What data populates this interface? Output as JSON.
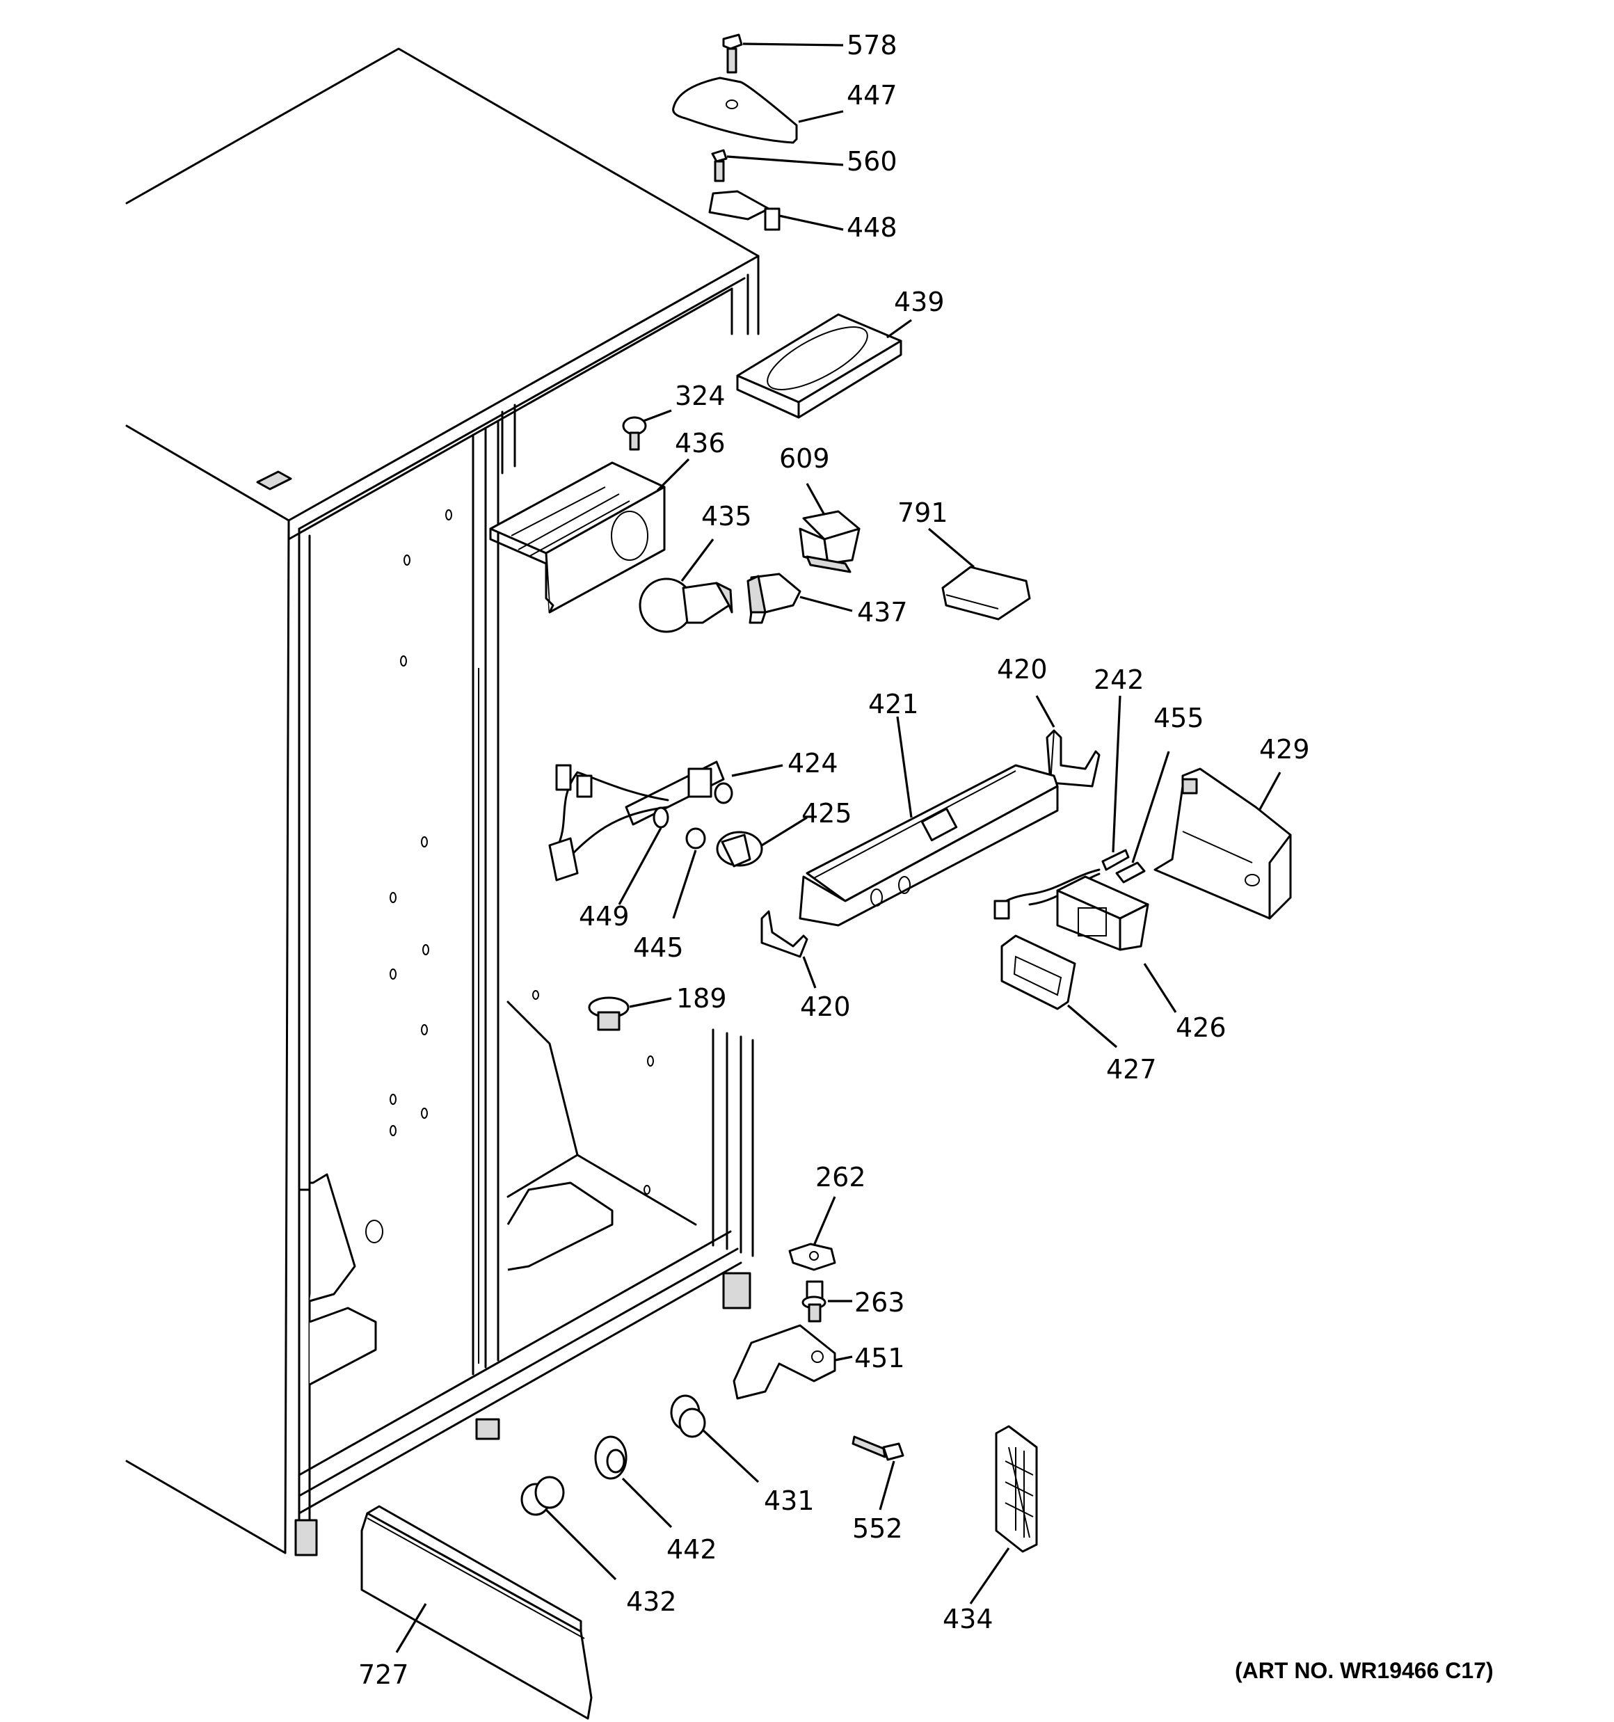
{
  "art_number": "(ART NO. WR19466 C17)",
  "parts": [
    {
      "id": "p578",
      "number": "578"
    },
    {
      "id": "p447",
      "number": "447"
    },
    {
      "id": "p560",
      "number": "560"
    },
    {
      "id": "p448",
      "number": "448"
    },
    {
      "id": "p439",
      "number": "439"
    },
    {
      "id": "p324",
      "number": "324"
    },
    {
      "id": "p436",
      "number": "436"
    },
    {
      "id": "p609",
      "number": "609"
    },
    {
      "id": "p435",
      "number": "435"
    },
    {
      "id": "p791",
      "number": "791"
    },
    {
      "id": "p437",
      "number": "437"
    },
    {
      "id": "p420a",
      "number": "420"
    },
    {
      "id": "p242",
      "number": "242"
    },
    {
      "id": "p421",
      "number": "421"
    },
    {
      "id": "p455",
      "number": "455"
    },
    {
      "id": "p429",
      "number": "429"
    },
    {
      "id": "p424",
      "number": "424"
    },
    {
      "id": "p425",
      "number": "425"
    },
    {
      "id": "p449",
      "number": "449"
    },
    {
      "id": "p445",
      "number": "445"
    },
    {
      "id": "p420b",
      "number": "420"
    },
    {
      "id": "p426",
      "number": "426"
    },
    {
      "id": "p189",
      "number": "189"
    },
    {
      "id": "p427",
      "number": "427"
    },
    {
      "id": "p262",
      "number": "262"
    },
    {
      "id": "p263",
      "number": "263"
    },
    {
      "id": "p451",
      "number": "451"
    },
    {
      "id": "p431",
      "number": "431"
    },
    {
      "id": "p552",
      "number": "552"
    },
    {
      "id": "p442",
      "number": "442"
    },
    {
      "id": "p432",
      "number": "432"
    },
    {
      "id": "p434",
      "number": "434"
    },
    {
      "id": "p727",
      "number": "727"
    }
  ]
}
